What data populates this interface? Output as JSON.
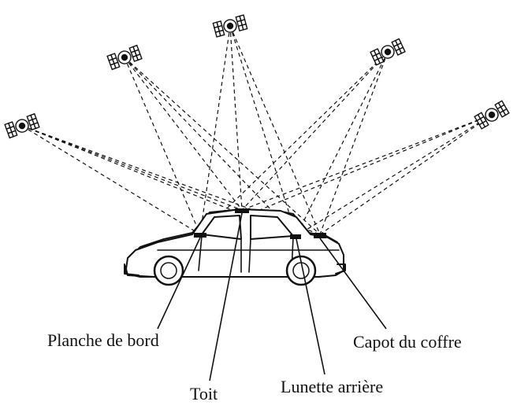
{
  "labels": {
    "dashboard": "Planche de bord",
    "roof": "Toit",
    "rear_window": "Lunette arrière",
    "trunk_lid": "Capot du coffre"
  },
  "colors": {
    "ink": "#111111",
    "background": "#ffffff"
  },
  "satellites": [
    {
      "name": "satellite-1"
    },
    {
      "name": "satellite-2"
    },
    {
      "name": "satellite-3"
    },
    {
      "name": "satellite-4"
    },
    {
      "name": "satellite-5"
    },
    {
      "name": "satellite-6"
    }
  ],
  "antenna_positions": [
    "dashboard",
    "roof",
    "rear_window",
    "trunk_lid"
  ]
}
